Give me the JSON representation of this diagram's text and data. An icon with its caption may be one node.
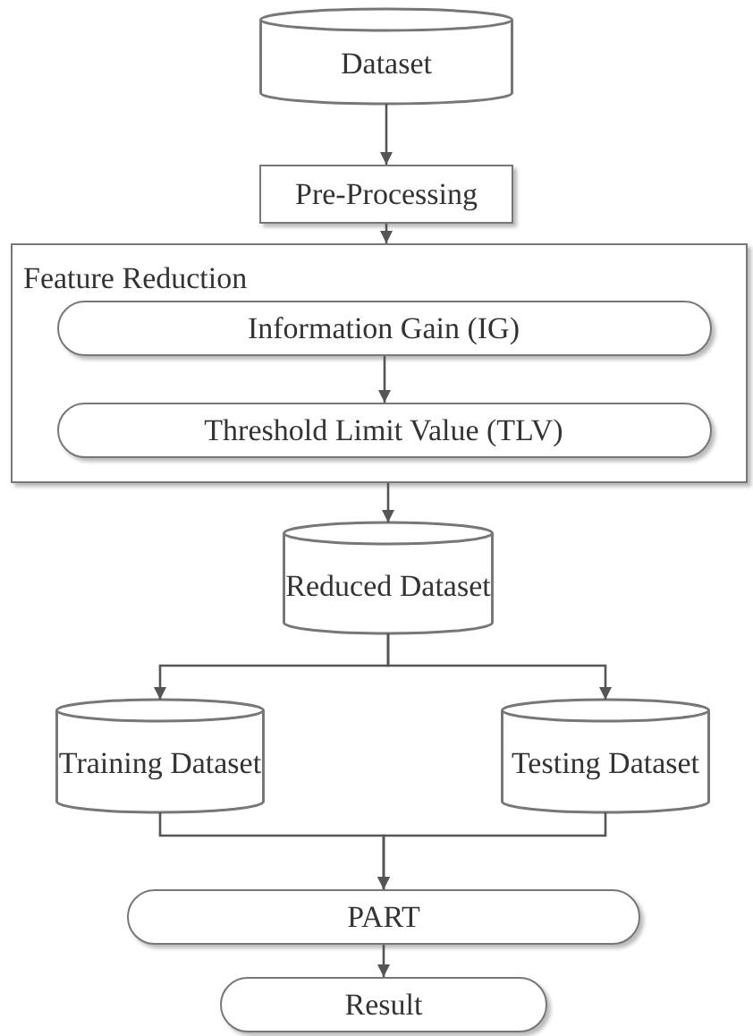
{
  "diagram": {
    "nodes": [
      {
        "text": [
          "Dataset"
        ]
      },
      {
        "text": [
          "Pre-Processing"
        ]
      },
      {
        "text": [
          "Feature Reduction"
        ]
      },
      {
        "text": [
          "Information Gain (IG)"
        ],
        "in": 2
      },
      {
        "text": [
          "Threshold Limit Value (TLV)"
        ],
        "in": 2
      },
      {
        "text": [
          "Reduced Dataset"
        ]
      },
      {
        "text": [
          "Training Dataset"
        ]
      },
      {
        "text": [
          "Testing Dataset"
        ]
      },
      {
        "text": [
          "PART"
        ]
      },
      {
        "text": [
          "Result"
        ]
      }
    ],
    "edges": [
      {
        "from": 0,
        "to": 1,
        "arrow": "to"
      },
      {
        "from": 1,
        "to": 2,
        "arrow": "to"
      },
      {
        "from": 3,
        "to": 4,
        "arrow": "to"
      },
      {
        "from": 2,
        "to": 5,
        "arrow": "to"
      },
      {
        "from": 5,
        "to": 6,
        "arrow": "to"
      },
      {
        "from": 5,
        "to": 7,
        "arrow": "to"
      },
      {
        "from": 6,
        "to": 8,
        "arrow": "to"
      },
      {
        "from": 7,
        "to": 8,
        "arrow": "to"
      },
      {
        "from": 8,
        "to": 9,
        "arrow": "to"
      }
    ]
  }
}
